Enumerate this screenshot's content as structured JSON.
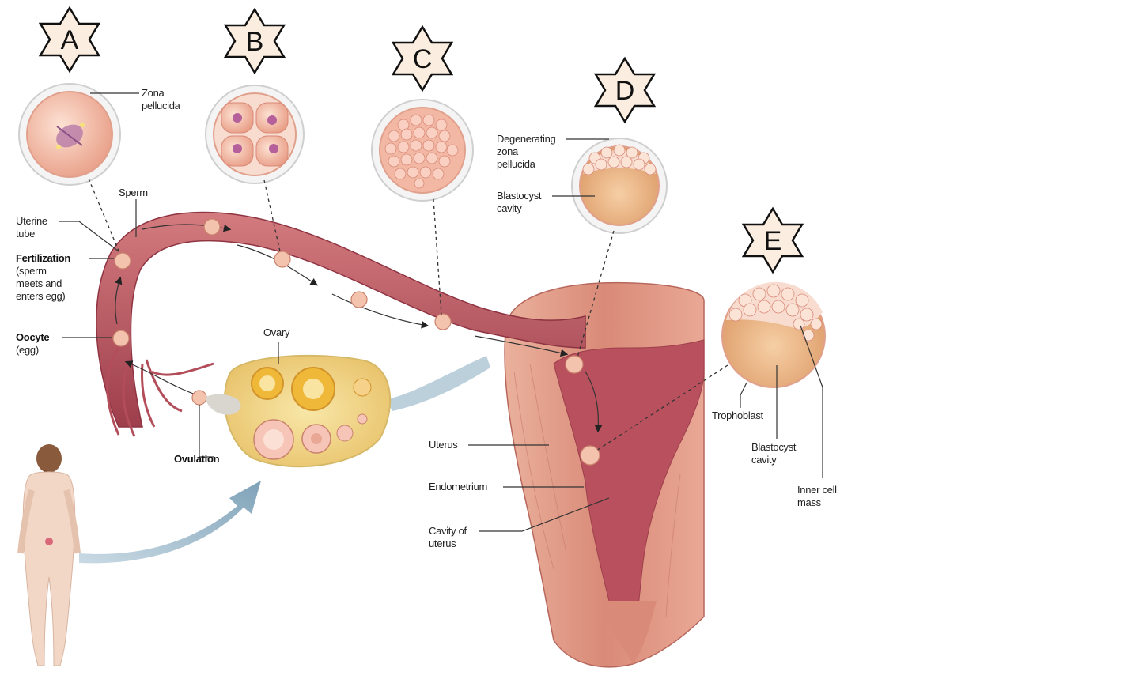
{
  "stars": [
    {
      "letter": "A"
    },
    {
      "letter": "B"
    },
    {
      "letter": "C"
    },
    {
      "letter": "D"
    },
    {
      "letter": "E"
    }
  ],
  "labels": {
    "zona_pellucida": [
      "Zona",
      "pellucida"
    ],
    "sperm": "Sperm",
    "uterine_tube": [
      "Uterine",
      "tube"
    ],
    "fertilization": "Fertilization",
    "fertilization_note": [
      "(sperm",
      "meets and",
      "enters egg)"
    ],
    "oocyte": "Oocyte",
    "oocyte_note": "(egg)",
    "ovary": "Ovary",
    "ovulation": "Ovulation",
    "degenerating_zona": [
      "Degenerating",
      "zona",
      "pellucida"
    ],
    "blastocyst_cavity_d": [
      "Blastocyst",
      "cavity"
    ],
    "uterus": "Uterus",
    "endometrium": "Endometrium",
    "cavity_of_uterus": [
      "Cavity of",
      "uterus"
    ],
    "trophoblast": "Trophoblast",
    "blastocyst_cavity_e": [
      "Blastocyst",
      "cavity"
    ],
    "inner_cell_mass": [
      "Inner cell",
      "mass"
    ]
  },
  "colors": {
    "tissue": "#c96a6a",
    "tissue_dark": "#a8424f",
    "uterus_outer": "#e3a08d",
    "cell": "#f2b8a4",
    "ovary": "#f3dc8c",
    "star_fill": "#fbeee0",
    "arrow": "#8fb0c4"
  }
}
